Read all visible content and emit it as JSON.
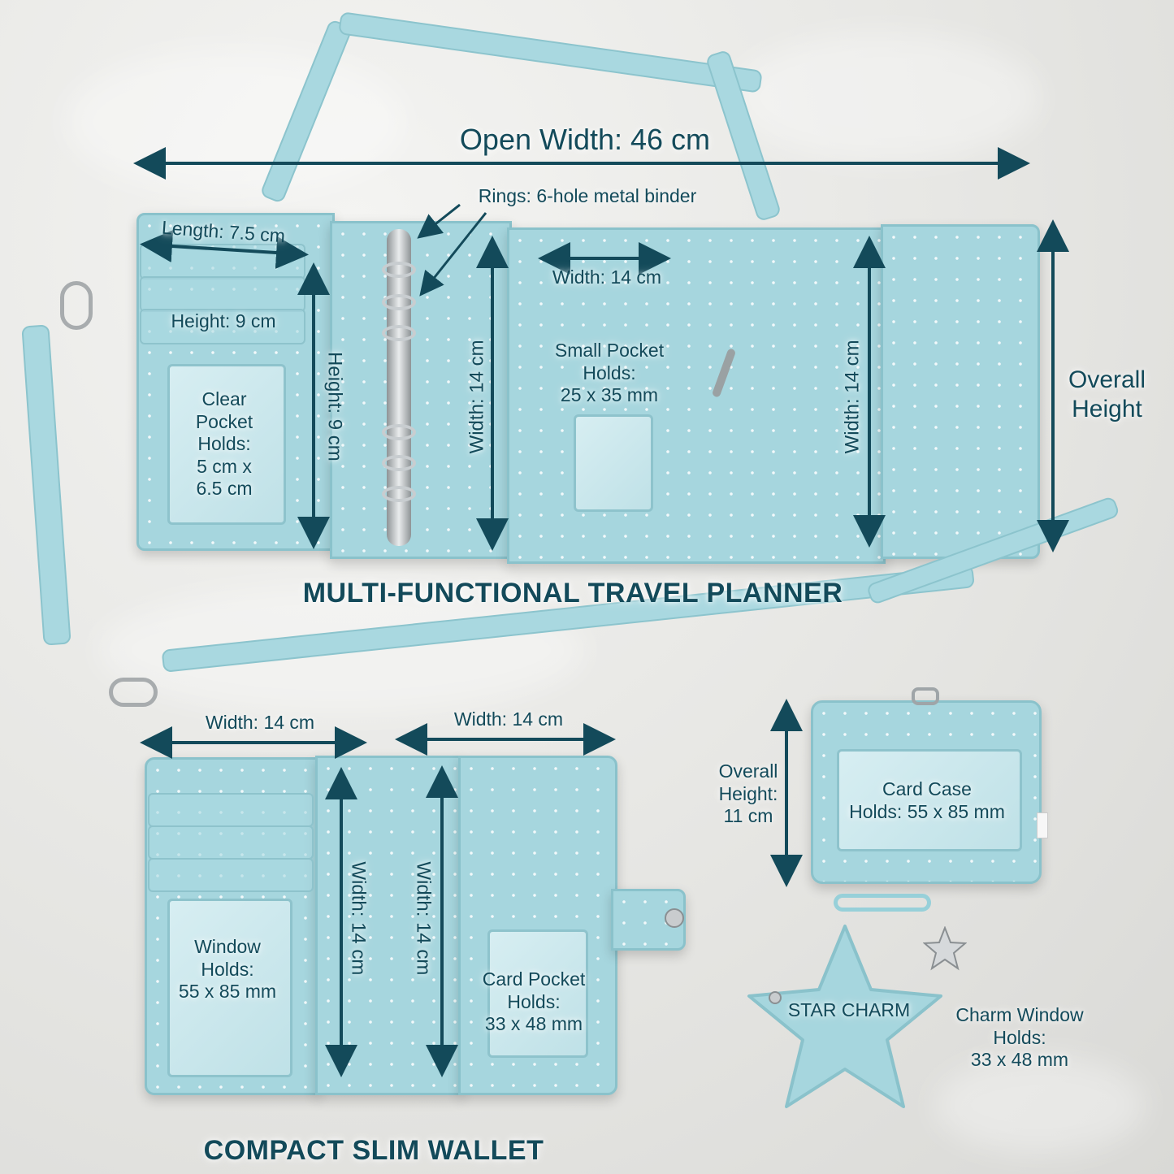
{
  "labels": {
    "open_width": "Open Width: 46 cm",
    "rings": "Rings: 6-hole metal binder",
    "length": "Length: 7.5 cm",
    "height_9_horizontal": "Height: 9 cm",
    "height_9_vertical": "Height: 9 cm",
    "clear_pocket": [
      "Clear",
      "Pocket",
      "Holds:",
      "5 cm x",
      "6.5 cm"
    ],
    "width_14_planner_left": "Width: 14 cm",
    "width_14_planner_top": "Width: 14 cm",
    "small_pocket": [
      "Small Pocket",
      "Holds:",
      "25 x 35 mm"
    ],
    "width_14_planner_right": "Width: 14 cm",
    "overall_height": [
      "Overall",
      "Height"
    ],
    "planner_title": "MULTI-FUNCTIONAL TRAVEL PLANNER",
    "wallet_width_left": "Width: 14 cm",
    "wallet_width_right": "Width: 14 cm",
    "window_holds": [
      "Window",
      "Holds:",
      "55 x 85 mm"
    ],
    "wallet_vert_1": "Width: 14 cm",
    "wallet_vert_2": "Width: 14 cm",
    "card_pocket": [
      "Card Pocket",
      "Holds:",
      "33 x 48 mm"
    ],
    "wallet_title": "COMPACT SLIM WALLET",
    "overall_height_11": [
      "Overall",
      "Height:",
      "11 cm"
    ],
    "card_case": [
      "Card Case",
      "Holds: 55 x 85 mm"
    ],
    "star_charm": "STAR CHARM",
    "charm_window": [
      "Charm Window",
      "Holds:",
      "33 x 48 mm"
    ]
  },
  "colors": {
    "text": "#134a5a",
    "leather": "#a6d6de",
    "arrow": "#134a5a"
  }
}
